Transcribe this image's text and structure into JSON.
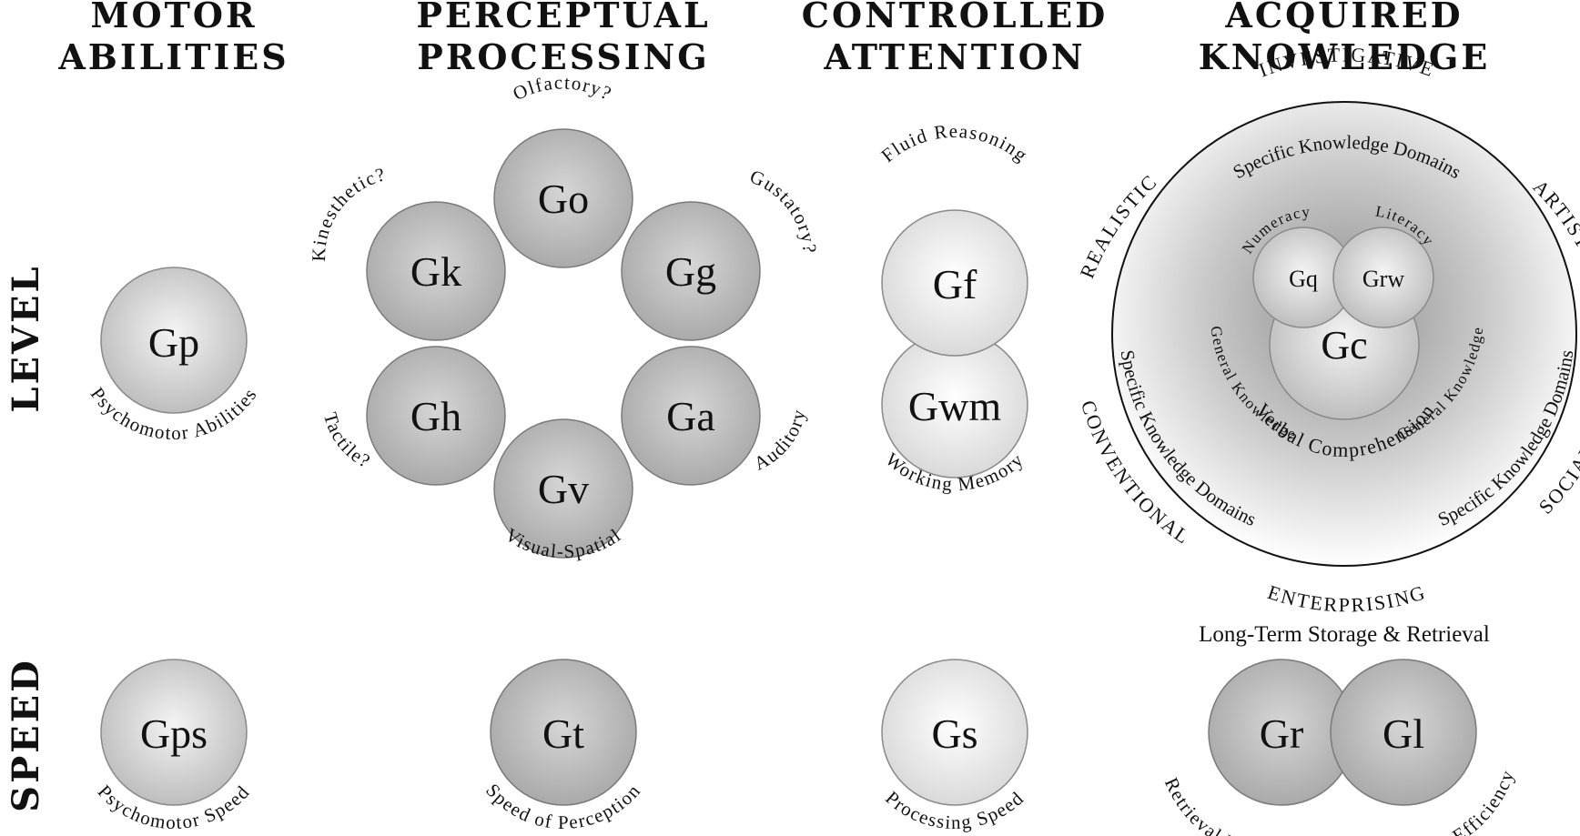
{
  "columns": {
    "motor": {
      "line1": "Motor",
      "line2": "Abilities"
    },
    "perceptual": {
      "line1": "Perceptual",
      "line2": "Processing"
    },
    "controlled": {
      "line1": "Controlled",
      "line2": "Attention"
    },
    "knowledge": {
      "line1": "Acquired",
      "line2": "Knowledge"
    }
  },
  "rows": {
    "level": "Level",
    "speed": "Speed"
  },
  "nodes": {
    "gp": {
      "symbol": "Gp",
      "label": "Psychomotor Abilities"
    },
    "go": {
      "symbol": "Go",
      "label": "Olfactory?"
    },
    "gk": {
      "symbol": "Gk",
      "label": "Kinesthetic?"
    },
    "gg": {
      "symbol": "Gg",
      "label": "Gustatory?"
    },
    "gh": {
      "symbol": "Gh",
      "label": "Tactile?"
    },
    "ga": {
      "symbol": "Ga",
      "label": "Auditory"
    },
    "gv": {
      "symbol": "Gv",
      "label": "Visual-Spatial"
    },
    "gf": {
      "symbol": "Gf",
      "label": "Fluid Reasoning"
    },
    "gwm": {
      "symbol": "Gwm",
      "label": "Working Memory"
    },
    "gq": {
      "symbol": "Gq",
      "label": "Numeracy"
    },
    "grw": {
      "symbol": "Grw",
      "label": "Literacy"
    },
    "gc": {
      "symbol": "Gc",
      "label": "Verbal Comprehension"
    },
    "gps": {
      "symbol": "Gps",
      "label": "Psychomotor Speed"
    },
    "gt": {
      "symbol": "Gt",
      "label": "Speed of Perception"
    },
    "gs": {
      "symbol": "Gs",
      "label": "Processing Speed"
    },
    "gr": {
      "symbol": "Gr",
      "label": "Retrieval Fluency"
    },
    "gl": {
      "symbol": "Gl",
      "label": "Learning Efficiency"
    }
  },
  "knowledge": {
    "general_left": "General Knowledge",
    "general_right": "General Knowledge",
    "domains_top": "Specific Knowledge Domains",
    "domains_left": "Specific Knowledge Domains",
    "domains_right": "Specific Knowledge Domains",
    "riasec": {
      "investigative": "Investigative",
      "artistic": "Artistic",
      "social": "Social",
      "enterprising": "Enterprising",
      "conventional": "Conventional",
      "realistic": "Realistic"
    },
    "ltsr_label": "Long-Term Storage & Retrieval"
  },
  "colors": {
    "dark_fill_center": "#d4d4d4",
    "dark_fill_edge": "#a9a9a9",
    "light_fill_center": "#ffffff",
    "light_fill_edge": "#d9d9d9",
    "stroke": "#7a7a7a",
    "outline": "#222222"
  }
}
